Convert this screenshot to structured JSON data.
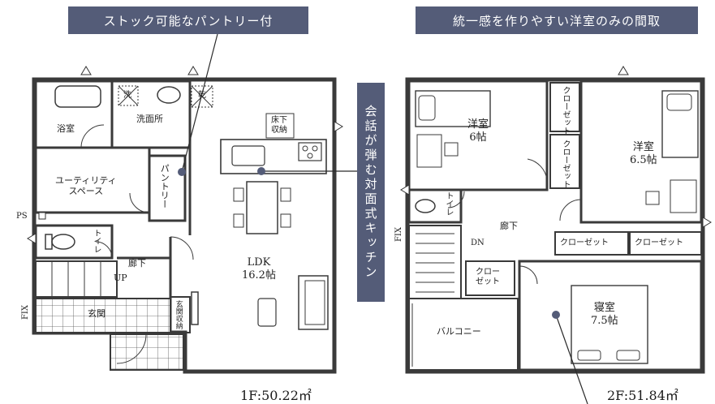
{
  "callouts": {
    "pantry": "ストック可能なパントリー付",
    "western_rooms": "統一感を作りやすい洋室のみの間取",
    "kitchen": "会話が弾む対面式キッチン"
  },
  "floor1": {
    "rooms": {
      "bathroom": "浴室",
      "washroom": "洗面所",
      "wash_mark": "洗",
      "dry_mark": "乾",
      "utility": "ユーティリティ\nスペース",
      "pantry": "パントリー",
      "underfloor": "床下\n収納",
      "toilet": "トイレ",
      "hallway": "廊下",
      "up": "UP",
      "entrance": "玄関",
      "entrance_storage": "玄関収納",
      "ldk": "LDK\n16.2帖",
      "ps": "PS",
      "fix": "FIX"
    },
    "area": "1F:50.22㎡"
  },
  "floor2": {
    "rooms": {
      "western1": "洋室\n6帖",
      "western2": "洋室\n6.5帖",
      "closet_v1": "クローゼット",
      "closet_v2": "クローゼット",
      "toilet": "トイレ",
      "hallway": "廊下",
      "dn": "DN",
      "closet_a": "クローゼット",
      "closet_b": "クローゼット",
      "closet_c": "クロー\nゼット",
      "bedroom": "寝室\n7.5帖",
      "balcony": "バルコニー",
      "fix": "FIX"
    },
    "area": "2F:51.84㎡"
  },
  "colors": {
    "callout_bg": "#545c78",
    "wall": "#3a3a3a"
  }
}
